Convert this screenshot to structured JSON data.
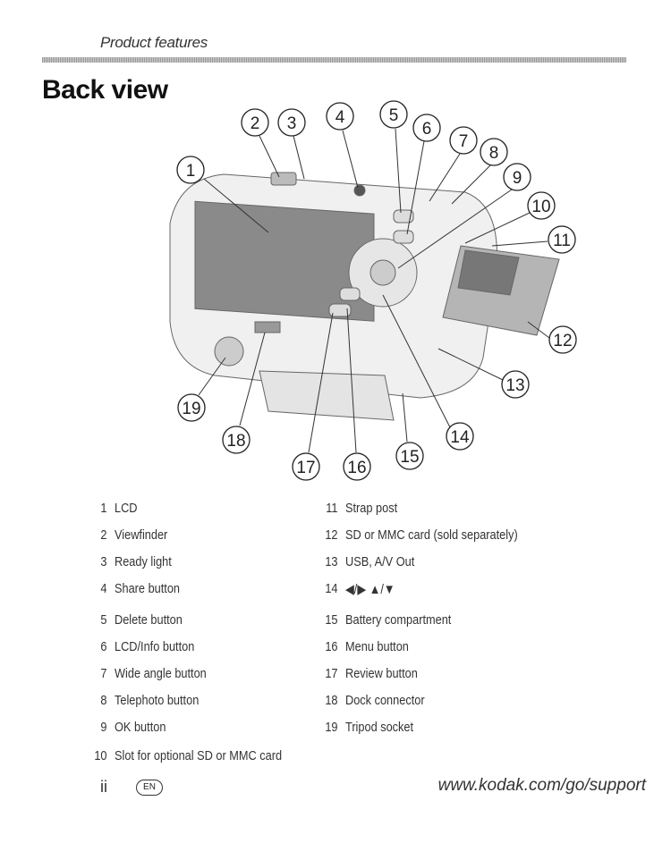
{
  "header": {
    "section": "Product features",
    "title": "Back view"
  },
  "callouts": [
    "1",
    "2",
    "3",
    "4",
    "5",
    "6",
    "7",
    "8",
    "9",
    "10",
    "11",
    "12",
    "13",
    "14",
    "15",
    "16",
    "17",
    "18",
    "19"
  ],
  "legend_left": [
    {
      "num": "1",
      "label": "LCD"
    },
    {
      "num": "2",
      "label": "Viewfinder"
    },
    {
      "num": "3",
      "label": "Ready light"
    },
    {
      "num": "4",
      "label": "Share button"
    },
    {
      "num": "5",
      "label": "Delete button"
    },
    {
      "num": "6",
      "label": "LCD/Info button"
    },
    {
      "num": "7",
      "label": "Wide angle button"
    },
    {
      "num": "8",
      "label": "Telephoto button"
    },
    {
      "num": "9",
      "label": "OK button"
    },
    {
      "num": "10",
      "label": "Slot for optional SD or MMC card"
    }
  ],
  "legend_right": [
    {
      "num": "11",
      "label": "Strap post"
    },
    {
      "num": "12",
      "label": "SD or MMC card (sold separately)"
    },
    {
      "num": "13",
      "label": "USB, A/V Out"
    },
    {
      "num": "14",
      "label": "◀/▶ ▲/▼"
    },
    {
      "num": "15",
      "label": "Battery compartment"
    },
    {
      "num": "16",
      "label": "Menu button"
    },
    {
      "num": "17",
      "label": "Review button"
    },
    {
      "num": "18",
      "label": "Dock connector"
    },
    {
      "num": "19",
      "label": "Tripod socket"
    }
  ],
  "footer": {
    "page": "ii",
    "lang_badge": "EN",
    "url": "www.kodak.com/go/support"
  }
}
